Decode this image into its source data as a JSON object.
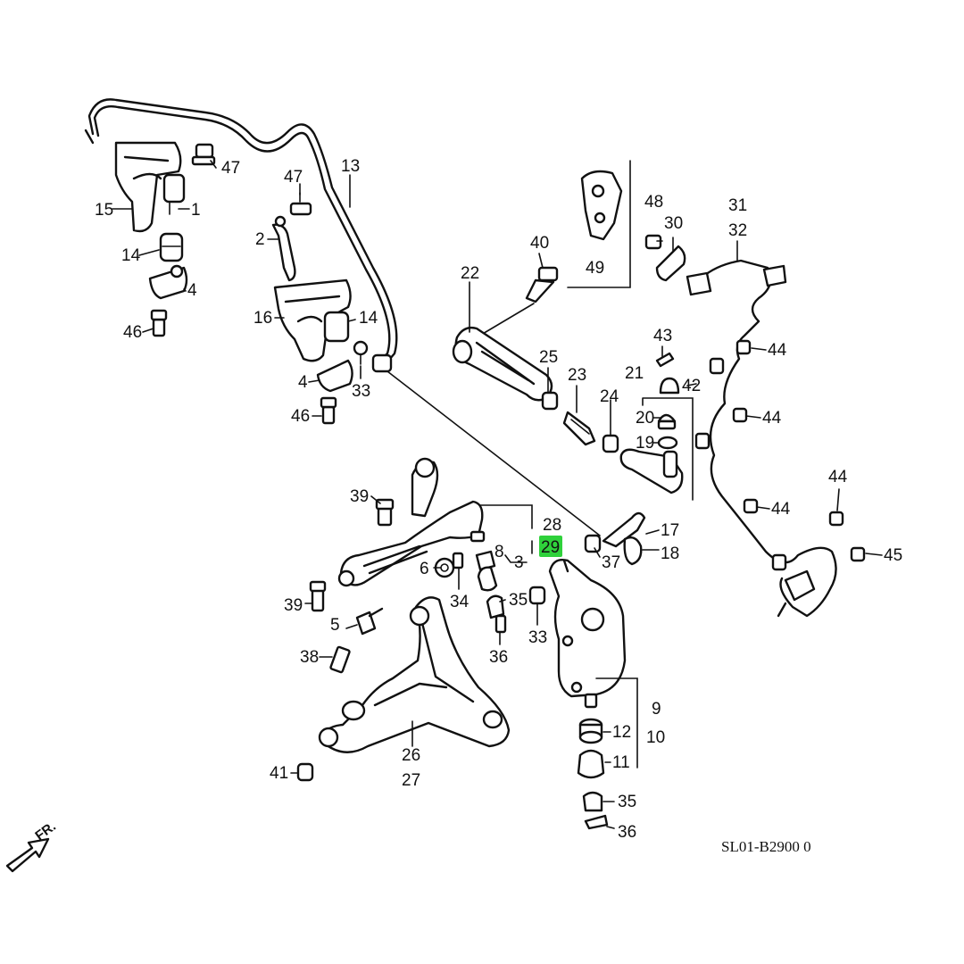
{
  "diagram_code": "SL01-B2900 0",
  "front_indicator": "FR.",
  "highlighted_label": "29",
  "callouts": {
    "c1": "1",
    "c2": "2",
    "c3": "3",
    "c4a": "4",
    "c4b": "4",
    "c5": "5",
    "c6": "6",
    "c8": "8",
    "c9": "9",
    "c10": "10",
    "c11": "11",
    "c12": "12",
    "c13": "13",
    "c14a": "14",
    "c14b": "14",
    "c15": "15",
    "c16": "16",
    "c17": "17",
    "c18": "18",
    "c19": "19",
    "c20": "20",
    "c21": "21",
    "c22": "22",
    "c23": "23",
    "c24": "24",
    "c25": "25",
    "c26": "26",
    "c27": "27",
    "c28": "28",
    "c29": "29",
    "c30": "30",
    "c31": "31",
    "c32": "32",
    "c33a": "33",
    "c33b": "33",
    "c34": "34",
    "c35a": "35",
    "c35b": "35",
    "c36a": "36",
    "c36b": "36",
    "c37": "37",
    "c38": "38",
    "c39a": "39",
    "c39b": "39",
    "c40": "40",
    "c41": "41",
    "c42": "42",
    "c43": "43",
    "c44a": "44",
    "c44b": "44",
    "c44c": "44",
    "c44d": "44",
    "c45": "45",
    "c46a": "46",
    "c46b": "46",
    "c47a": "47",
    "c47b": "47",
    "c48": "48",
    "c49": "49"
  }
}
